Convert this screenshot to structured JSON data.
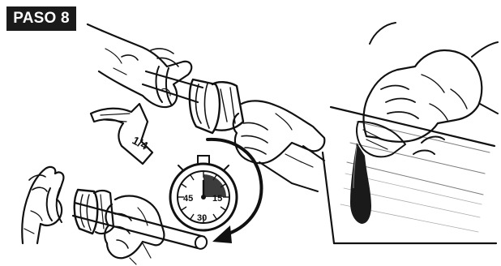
{
  "step": {
    "label": "PASO 8"
  },
  "turn_marker": {
    "fraction": "1/4"
  },
  "stopwatch": {
    "marks": {
      "top": "",
      "right": "15",
      "bottom": "30",
      "left": "45"
    }
  },
  "colors": {
    "ink": "#111111",
    "badge_background": "#1a1a1a",
    "badge_text": "#ffffff",
    "background": "#ffffff"
  },
  "icons": {
    "rotation_arrow": "curved-arrow-icon",
    "tighten_arrow": "twist-arrow-icon",
    "timer": "stopwatch-icon"
  }
}
